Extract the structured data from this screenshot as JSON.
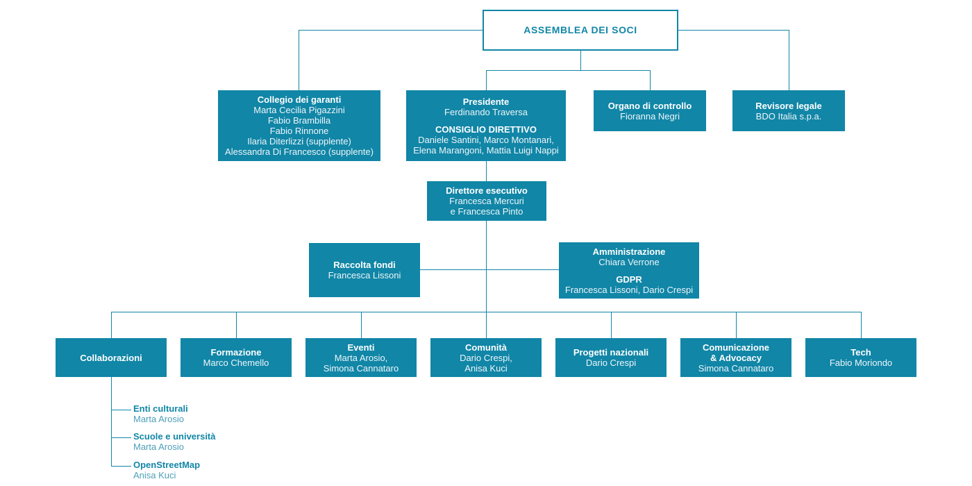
{
  "colors": {
    "teal": "#1186a7",
    "box_text": "#ffffff",
    "subitem_name_text": "#4d9fb8"
  },
  "org": {
    "assemblea": {
      "sections": [
        {
          "title": "ASSEMBLEA DEI SOCI",
          "names": []
        }
      ]
    },
    "collegio": {
      "sections": [
        {
          "title": "Collegio dei garanti",
          "names": [
            "Marta Cecilia Pigazzini",
            "Fabio Brambilla",
            "Fabio Rinnone",
            "Ilaria Diterlizzi (supplente)",
            "Alessandra Di Francesco (supplente)"
          ]
        }
      ]
    },
    "presidente": {
      "sections": [
        {
          "title": "Presidente",
          "names": [
            "Ferdinando Traversa"
          ]
        },
        {
          "title": "CONSIGLIO DIRETTIVO",
          "names": [
            "Daniele Santini, Marco Montanari,",
            "Elena Marangoni, Mattia Luigi Nappi"
          ]
        }
      ]
    },
    "organo": {
      "sections": [
        {
          "title": "Organo di controllo",
          "names": [
            "Fioranna Negri"
          ]
        }
      ]
    },
    "revisore": {
      "sections": [
        {
          "title": "Revisore legale",
          "names": [
            "BDO Italia s.p.a."
          ]
        }
      ]
    },
    "direttore": {
      "sections": [
        {
          "title": "Direttore esecutivo",
          "names": [
            "Francesca Mercuri",
            "e Francesca Pinto"
          ]
        }
      ]
    },
    "raccolta": {
      "sections": [
        {
          "title": "Raccolta fondi",
          "names": [
            "Francesca Lissoni"
          ]
        }
      ]
    },
    "amministrazione": {
      "sections": [
        {
          "title": "Amministrazione",
          "names": [
            "Chiara Verrone"
          ]
        },
        {
          "title": "GDPR",
          "names": [
            "Francesca Lissoni, Dario Crespi"
          ]
        }
      ]
    },
    "collaborazioni": {
      "sections": [
        {
          "title": "Collaborazioni",
          "names": []
        }
      ]
    },
    "formazione": {
      "sections": [
        {
          "title": "Formazione",
          "names": [
            "Marco Chemello"
          ]
        }
      ]
    },
    "eventi": {
      "sections": [
        {
          "title": "Eventi",
          "names": [
            "Marta Arosio,",
            "Simona Cannataro"
          ]
        }
      ]
    },
    "comunita": {
      "sections": [
        {
          "title": "Comunità",
          "names": [
            "Dario Crespi,",
            "Anisa Kuci"
          ]
        }
      ]
    },
    "progetti": {
      "sections": [
        {
          "title": "Progetti nazionali",
          "names": [
            "Dario Crespi"
          ]
        }
      ]
    },
    "comunicazione": {
      "sections": [
        {
          "title": "Comunicazione\n& Advocacy",
          "names": [
            "Simona Cannataro"
          ]
        }
      ]
    },
    "tech": {
      "sections": [
        {
          "title": "Tech",
          "names": [
            "Fabio Moriondo"
          ]
        }
      ]
    },
    "sub_enti": {
      "sections": [
        {
          "title": "Enti culturali",
          "names": [
            "Marta Arosio"
          ]
        }
      ]
    },
    "sub_scuole": {
      "sections": [
        {
          "title": "Scuole e università",
          "names": [
            "Marta Arosio"
          ]
        }
      ]
    },
    "sub_osm": {
      "sections": [
        {
          "title": "OpenStreetMap",
          "names": [
            "Anisa Kuci"
          ]
        }
      ]
    }
  }
}
